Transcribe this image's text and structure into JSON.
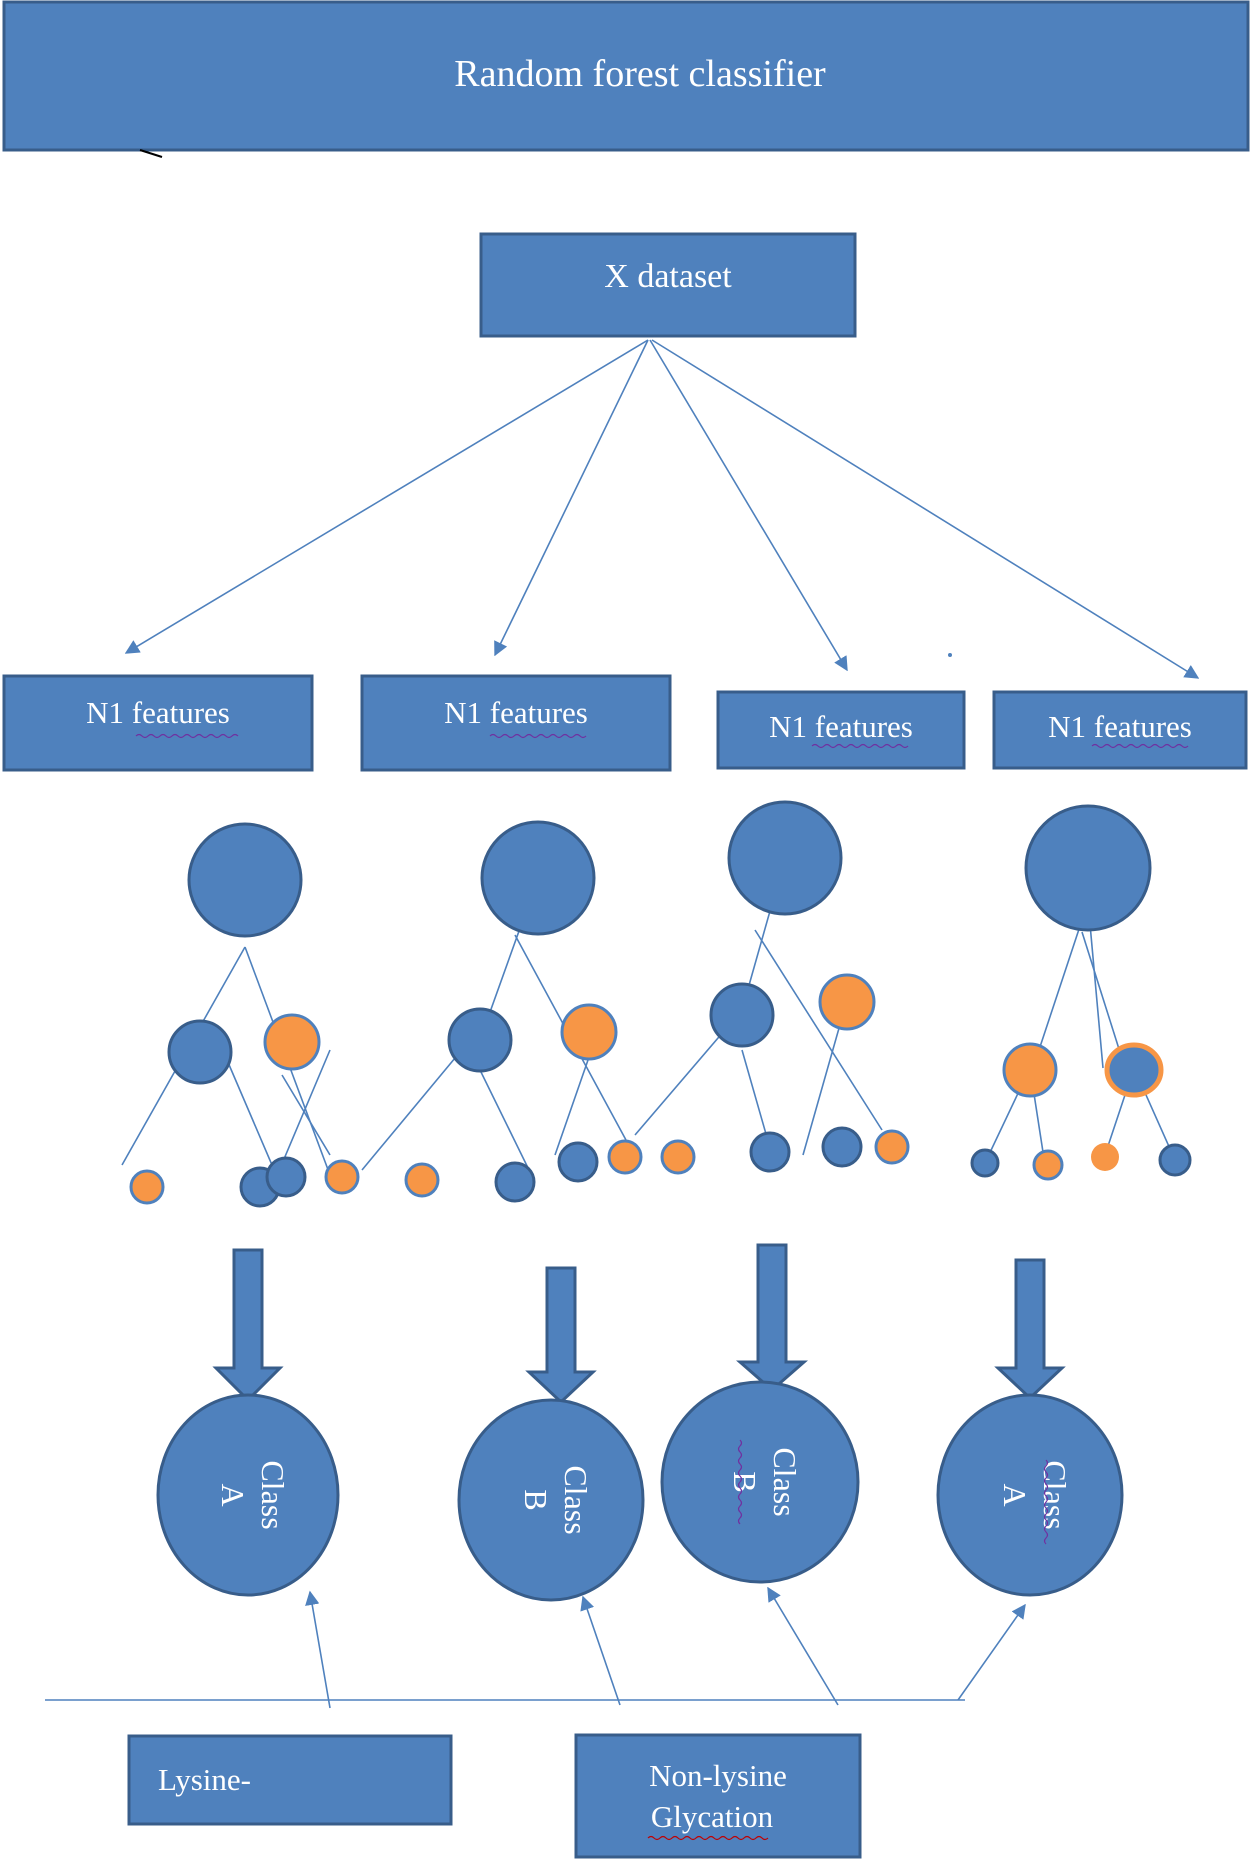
{
  "header": {
    "title": "Random forest classifier"
  },
  "root": {
    "label": "X dataset"
  },
  "feature_boxes": [
    {
      "label": "N1  features"
    },
    {
      "label": "N1  features"
    },
    {
      "label": "N1  features"
    },
    {
      "label": "N1  features"
    }
  ],
  "class_nodes": [
    {
      "word": "Class",
      "letter": "A"
    },
    {
      "word": "Class",
      "letter": "B"
    },
    {
      "word": "Class",
      "letter": "B"
    },
    {
      "word": "Class",
      "letter": "A"
    }
  ],
  "bottom_boxes": [
    {
      "line1": "Lysine-"
    },
    {
      "line1": "Non-lysine",
      "line2": "Glycation"
    }
  ],
  "colors": {
    "primary": "#4f81bd",
    "border": "#385d8a",
    "accent": "#f79646",
    "text": "#ffffff"
  }
}
